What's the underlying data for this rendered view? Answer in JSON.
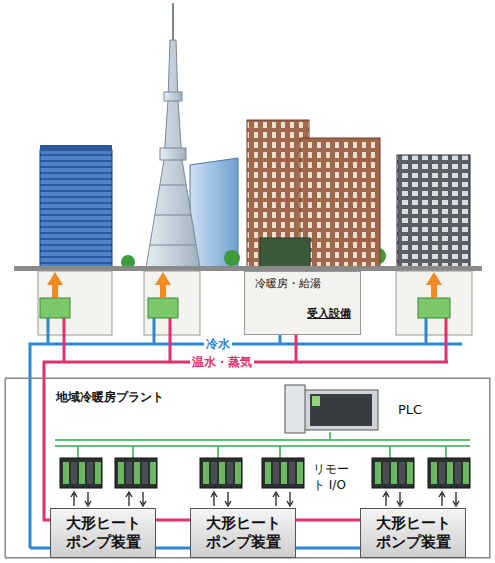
{
  "diagram": {
    "nodes": [
      {
        "text": [
          "冷暖房・給湯",
          "受入設備"
        ]
      },
      {
        "text": [
          "地域冷暖房プラント"
        ]
      },
      {
        "text": [
          "大形ヒート ポンプ装置"
        ],
        "in": 1
      },
      {
        "text": [
          "大形ヒート ポンプ装置"
        ],
        "in": 1
      },
      {
        "text": [
          "大形ヒート ポンプ装置"
        ],
        "in": 1
      }
    ],
    "edges": [
      {
        "from": 2,
        "to": 3,
        "arrow": "none"
      },
      {
        "from": 3,
        "to": 4,
        "arrow": "none"
      }
    ],
    "labels": [
      "冷水",
      "温水・蒸気",
      "PLC",
      "リモート I/O"
    ]
  }
}
